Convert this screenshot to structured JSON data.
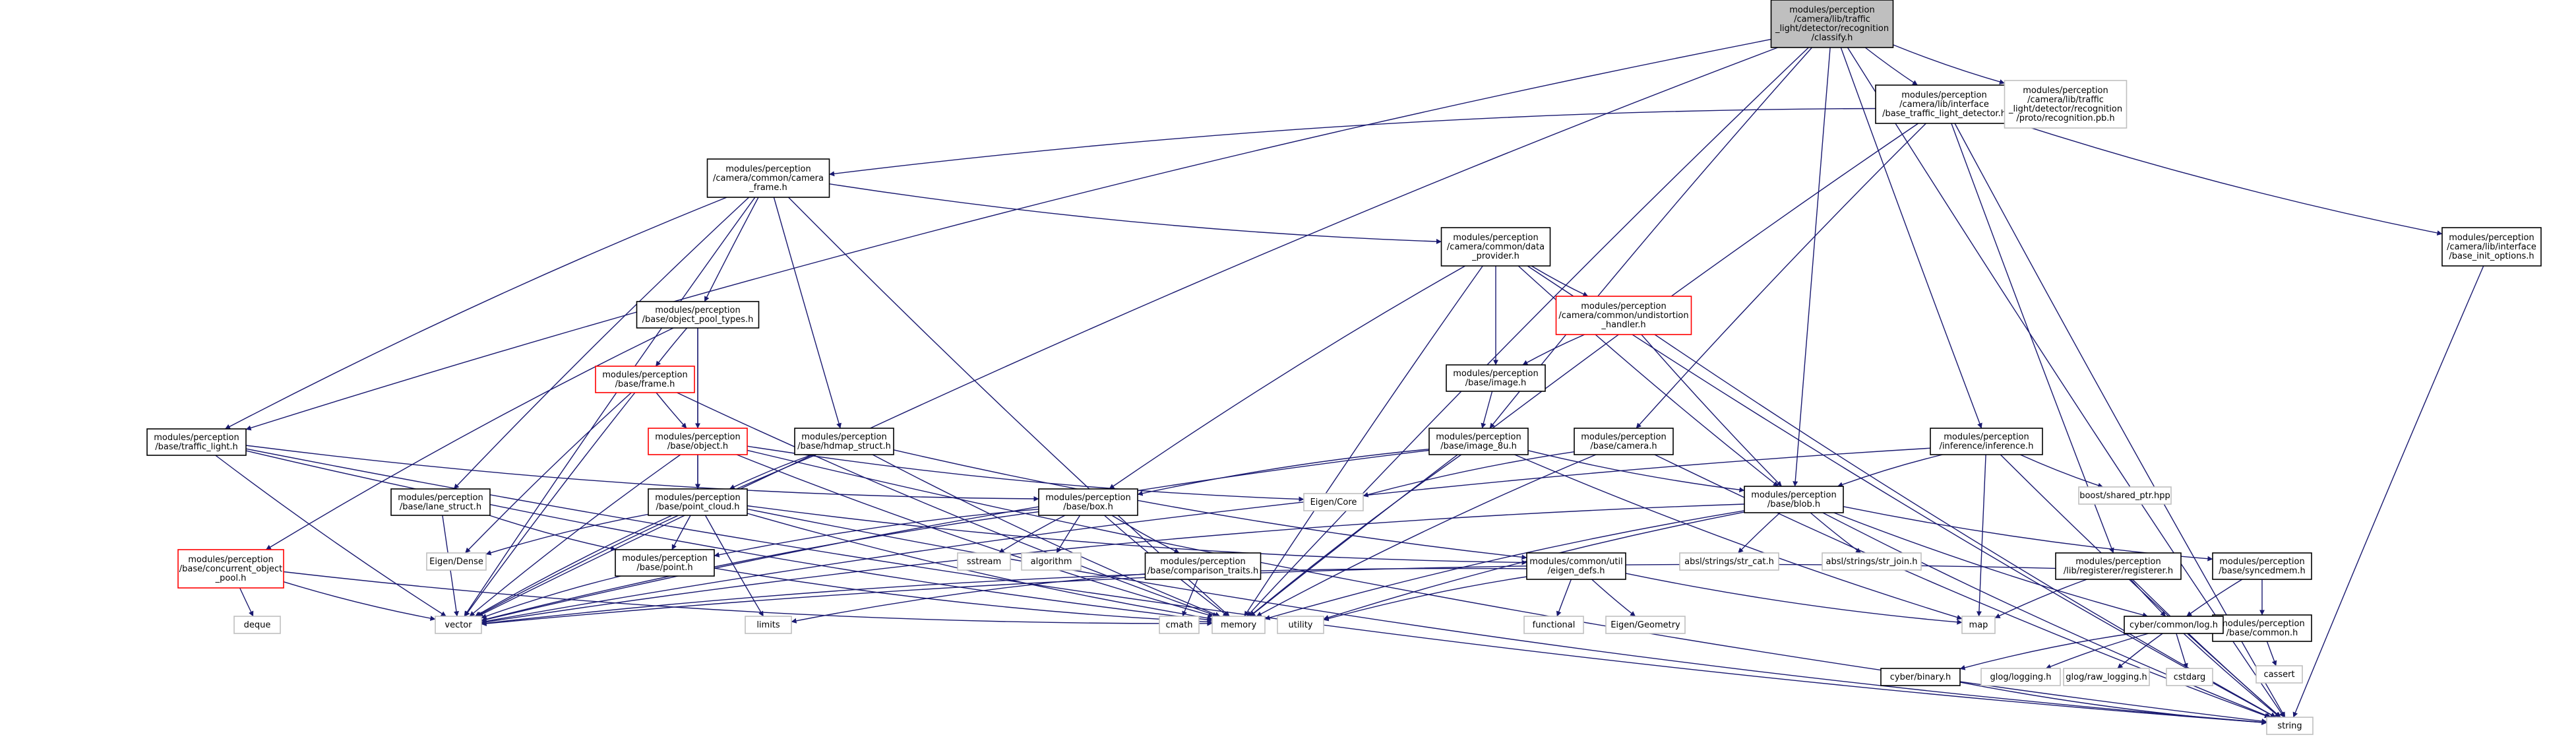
{
  "colors": {
    "edge": "#191970",
    "node_border_default": "#000000",
    "node_border_truncated": "#ff0000",
    "node_border_external": "#bfbfbf",
    "node_fill_root": "#bfbfbf",
    "node_fill_default": "#ffffff"
  },
  "nodes": [
    {
      "id": "root",
      "kind": "root",
      "lines": [
        "modules/perception",
        "/camera/lib/traffic",
        "_light/detector/recognition",
        "/classify.h"
      ]
    },
    {
      "id": "base_tld",
      "kind": "default",
      "lines": [
        "modules/perception",
        "/camera/lib/interface",
        "/base_traffic_light_detector.h"
      ]
    },
    {
      "id": "recog_pb",
      "kind": "external",
      "lines": [
        "modules/perception",
        "/camera/lib/traffic",
        "_light/detector/recognition",
        "/proto/recognition.pb.h"
      ]
    },
    {
      "id": "camera_frame",
      "kind": "default",
      "lines": [
        "modules/perception",
        "/camera/common/camera",
        "_frame.h"
      ]
    },
    {
      "id": "data_provider",
      "kind": "default",
      "lines": [
        "modules/perception",
        "/camera/common/data",
        "_provider.h"
      ]
    },
    {
      "id": "base_init",
      "kind": "default",
      "lines": [
        "modules/perception",
        "/camera/lib/interface",
        "/base_init_options.h"
      ]
    },
    {
      "id": "obj_pool_types",
      "kind": "default",
      "lines": [
        "modules/perception",
        "/base/object_pool_types.h"
      ]
    },
    {
      "id": "undistortion",
      "kind": "truncated",
      "lines": [
        "modules/perception",
        "/camera/common/undistortion",
        "_handler.h"
      ]
    },
    {
      "id": "frame",
      "kind": "truncated",
      "lines": [
        "modules/perception",
        "/base/frame.h"
      ]
    },
    {
      "id": "image_h",
      "kind": "default",
      "lines": [
        "modules/perception",
        "/base/image.h"
      ]
    },
    {
      "id": "traffic_light",
      "kind": "default",
      "lines": [
        "modules/perception",
        "/base/traffic_light.h"
      ]
    },
    {
      "id": "object_h",
      "kind": "truncated",
      "lines": [
        "modules/perception",
        "/base/object.h"
      ]
    },
    {
      "id": "hdmap_struct",
      "kind": "default",
      "lines": [
        "modules/perception",
        "/base/hdmap_struct.h"
      ]
    },
    {
      "id": "image_8u",
      "kind": "default",
      "lines": [
        "modules/perception",
        "/base/image_8u.h"
      ]
    },
    {
      "id": "camera_h",
      "kind": "default",
      "lines": [
        "modules/perception",
        "/base/camera.h"
      ]
    },
    {
      "id": "inference",
      "kind": "default",
      "lines": [
        "modules/perception",
        "/inference/inference.h"
      ]
    },
    {
      "id": "lane_struct",
      "kind": "default",
      "lines": [
        "modules/perception",
        "/base/lane_struct.h"
      ]
    },
    {
      "id": "point_cloud",
      "kind": "default",
      "lines": [
        "modules/perception",
        "/base/point_cloud.h"
      ]
    },
    {
      "id": "box_h",
      "kind": "default",
      "lines": [
        "modules/perception",
        "/base/box.h"
      ]
    },
    {
      "id": "eigen_core",
      "kind": "external",
      "lines": [
        "Eigen/Core"
      ]
    },
    {
      "id": "blob",
      "kind": "default",
      "lines": [
        "modules/perception",
        "/base/blob.h"
      ]
    },
    {
      "id": "shared_ptr",
      "kind": "external",
      "lines": [
        "boost/shared_ptr.hpp"
      ]
    },
    {
      "id": "concurrent_pool",
      "kind": "truncated",
      "lines": [
        "modules/perception",
        "/base/concurrent_object",
        "_pool.h"
      ]
    },
    {
      "id": "eigen_dense",
      "kind": "external",
      "lines": [
        "Eigen/Dense"
      ]
    },
    {
      "id": "point_h",
      "kind": "default",
      "lines": [
        "modules/perception",
        "/base/point.h"
      ]
    },
    {
      "id": "sstream",
      "kind": "external",
      "lines": [
        "sstream"
      ]
    },
    {
      "id": "algorithm",
      "kind": "external",
      "lines": [
        "algorithm"
      ]
    },
    {
      "id": "comparison",
      "kind": "default",
      "lines": [
        "modules/perception",
        "/base/comparison_traits.h"
      ]
    },
    {
      "id": "eigen_defs",
      "kind": "default",
      "lines": [
        "modules/common/util",
        "/eigen_defs.h"
      ]
    },
    {
      "id": "str_cat",
      "kind": "external",
      "lines": [
        "absl/strings/str_cat.h"
      ]
    },
    {
      "id": "str_join",
      "kind": "external",
      "lines": [
        "absl/strings/str_join.h"
      ]
    },
    {
      "id": "registerer",
      "kind": "default",
      "lines": [
        "modules/perception",
        "/lib/registerer/registerer.h"
      ]
    },
    {
      "id": "syncedmem",
      "kind": "default",
      "lines": [
        "modules/perception",
        "/base/syncedmem.h"
      ]
    },
    {
      "id": "deque",
      "kind": "external",
      "lines": [
        "deque"
      ]
    },
    {
      "id": "vector",
      "kind": "external",
      "lines": [
        "vector"
      ]
    },
    {
      "id": "limits",
      "kind": "external",
      "lines": [
        "limits"
      ]
    },
    {
      "id": "cmath",
      "kind": "external",
      "lines": [
        "cmath"
      ]
    },
    {
      "id": "memory",
      "kind": "external",
      "lines": [
        "memory"
      ]
    },
    {
      "id": "utility",
      "kind": "external",
      "lines": [
        "utility"
      ]
    },
    {
      "id": "functional",
      "kind": "external",
      "lines": [
        "functional"
      ]
    },
    {
      "id": "eigen_geometry",
      "kind": "external",
      "lines": [
        "Eigen/Geometry"
      ]
    },
    {
      "id": "map",
      "kind": "external",
      "lines": [
        "map"
      ]
    },
    {
      "id": "common_h",
      "kind": "default",
      "lines": [
        "modules/perception",
        "/base/common.h"
      ]
    },
    {
      "id": "log_h",
      "kind": "default",
      "lines": [
        "cyber/common/log.h"
      ]
    },
    {
      "id": "cassert",
      "kind": "external",
      "lines": [
        "cassert"
      ]
    },
    {
      "id": "binary_h",
      "kind": "default",
      "lines": [
        "cyber/binary.h"
      ]
    },
    {
      "id": "glog_logging",
      "kind": "external",
      "lines": [
        "glog/logging.h"
      ]
    },
    {
      "id": "glog_raw",
      "kind": "external",
      "lines": [
        "glog/raw_logging.h"
      ]
    },
    {
      "id": "cstdarg",
      "kind": "external",
      "lines": [
        "cstdarg"
      ]
    },
    {
      "id": "string",
      "kind": "external",
      "lines": [
        "string"
      ]
    }
  ],
  "edges": [
    [
      "root",
      "base_tld"
    ],
    [
      "root",
      "recog_pb"
    ],
    [
      "root",
      "traffic_light"
    ],
    [
      "root",
      "image_8u"
    ],
    [
      "root",
      "inference"
    ],
    [
      "root",
      "blob"
    ],
    [
      "root",
      "vector"
    ],
    [
      "root",
      "memory"
    ],
    [
      "root",
      "string"
    ],
    [
      "base_tld",
      "camera_frame"
    ],
    [
      "base_tld",
      "base_init"
    ],
    [
      "base_tld",
      "camera_h"
    ],
    [
      "base_tld",
      "registerer"
    ],
    [
      "base_tld",
      "memory"
    ],
    [
      "base_tld",
      "string"
    ],
    [
      "camera_frame",
      "data_provider"
    ],
    [
      "camera_frame",
      "obj_pool_types"
    ],
    [
      "camera_frame",
      "traffic_light"
    ],
    [
      "camera_frame",
      "hdmap_struct"
    ],
    [
      "camera_frame",
      "lane_struct"
    ],
    [
      "camera_frame",
      "vector"
    ],
    [
      "camera_frame",
      "memory"
    ],
    [
      "data_provider",
      "undistortion"
    ],
    [
      "data_provider",
      "image_h"
    ],
    [
      "data_provider",
      "box_h"
    ],
    [
      "data_provider",
      "blob"
    ],
    [
      "data_provider",
      "memory"
    ],
    [
      "data_provider",
      "string"
    ],
    [
      "base_init",
      "string"
    ],
    [
      "obj_pool_types",
      "frame"
    ],
    [
      "obj_pool_types",
      "object_h"
    ],
    [
      "obj_pool_types",
      "point_cloud"
    ],
    [
      "obj_pool_types",
      "concurrent_pool"
    ],
    [
      "undistortion",
      "image_h"
    ],
    [
      "undistortion",
      "blob"
    ],
    [
      "undistortion",
      "string"
    ],
    [
      "frame",
      "object_h"
    ],
    [
      "frame",
      "eigen_dense"
    ],
    [
      "frame",
      "vector"
    ],
    [
      "frame",
      "memory"
    ],
    [
      "image_h",
      "image_8u"
    ],
    [
      "traffic_light",
      "box_h"
    ],
    [
      "traffic_light",
      "vector"
    ],
    [
      "traffic_light",
      "memory"
    ],
    [
      "traffic_light",
      "string"
    ],
    [
      "object_h",
      "point_cloud"
    ],
    [
      "object_h",
      "eigen_core"
    ],
    [
      "object_h",
      "vector"
    ],
    [
      "object_h",
      "memory"
    ],
    [
      "object_h",
      "string"
    ],
    [
      "hdmap_struct",
      "point_cloud"
    ],
    [
      "hdmap_struct",
      "eigen_defs"
    ],
    [
      "hdmap_struct",
      "vector"
    ],
    [
      "hdmap_struct",
      "memory"
    ],
    [
      "image_8u",
      "box_h"
    ],
    [
      "image_8u",
      "blob"
    ],
    [
      "image_8u",
      "vector"
    ],
    [
      "image_8u",
      "memory"
    ],
    [
      "image_8u",
      "map"
    ],
    [
      "camera_h",
      "eigen_core"
    ],
    [
      "camera_h",
      "memory"
    ],
    [
      "camera_h",
      "string"
    ],
    [
      "inference",
      "blob"
    ],
    [
      "inference",
      "shared_ptr"
    ],
    [
      "inference",
      "vector"
    ],
    [
      "inference",
      "map"
    ],
    [
      "inference",
      "string"
    ],
    [
      "lane_struct",
      "point_h"
    ],
    [
      "lane_struct",
      "vector"
    ],
    [
      "point_cloud",
      "point_h"
    ],
    [
      "point_cloud",
      "eigen_dense"
    ],
    [
      "point_cloud",
      "eigen_defs"
    ],
    [
      "point_cloud",
      "limits"
    ],
    [
      "point_cloud",
      "vector"
    ],
    [
      "point_cloud",
      "memory"
    ],
    [
      "point_cloud",
      "string"
    ],
    [
      "box_h",
      "point_h"
    ],
    [
      "box_h",
      "comparison"
    ],
    [
      "box_h",
      "sstream"
    ],
    [
      "box_h",
      "algorithm"
    ],
    [
      "box_h",
      "memory"
    ],
    [
      "box_h",
      "vector"
    ],
    [
      "blob",
      "syncedmem"
    ],
    [
      "blob",
      "log_h"
    ],
    [
      "blob",
      "str_cat"
    ],
    [
      "blob",
      "str_join"
    ],
    [
      "blob",
      "vector"
    ],
    [
      "blob",
      "memory"
    ],
    [
      "blob",
      "string"
    ],
    [
      "blob",
      "utility"
    ],
    [
      "concurrent_pool",
      "deque"
    ],
    [
      "concurrent_pool",
      "vector"
    ],
    [
      "concurrent_pool",
      "memory"
    ],
    [
      "point_h",
      "vector"
    ],
    [
      "point_h",
      "memory"
    ],
    [
      "comparison",
      "limits"
    ],
    [
      "comparison",
      "cmath"
    ],
    [
      "eigen_defs",
      "functional"
    ],
    [
      "eigen_defs",
      "eigen_geometry"
    ],
    [
      "eigen_defs",
      "map"
    ],
    [
      "eigen_defs",
      "utility"
    ],
    [
      "eigen_defs",
      "vector"
    ],
    [
      "registerer",
      "log_h"
    ],
    [
      "registerer",
      "map"
    ],
    [
      "registerer",
      "string"
    ],
    [
      "registerer",
      "vector"
    ],
    [
      "syncedmem",
      "common_h"
    ],
    [
      "syncedmem",
      "log_h"
    ],
    [
      "common_h",
      "cassert"
    ],
    [
      "log_h",
      "binary_h"
    ],
    [
      "log_h",
      "glog_logging"
    ],
    [
      "log_h",
      "glog_raw"
    ],
    [
      "log_h",
      "cstdarg"
    ],
    [
      "log_h",
      "string"
    ],
    [
      "binary_h",
      "string"
    ]
  ]
}
